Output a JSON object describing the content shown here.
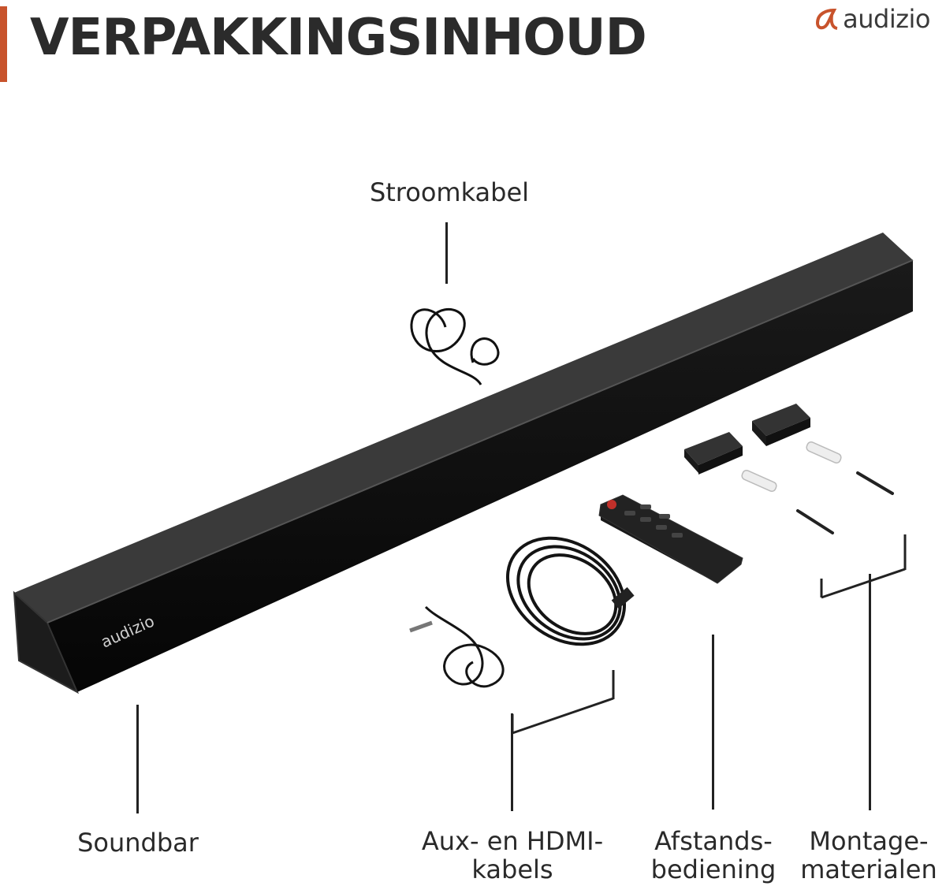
{
  "header": {
    "title": "VERPAKKINGSINHOUD",
    "brand": "audizio",
    "accent_color": "#c8532c"
  },
  "items": {
    "power_cable": "Stroomkabel",
    "soundbar": "Soundbar",
    "cables": "Aux- en HDMI-\nkabels",
    "remote": "Afstands-\nbediening",
    "mounting": "Montage-\nmaterialen"
  },
  "product_logo": "audizio"
}
